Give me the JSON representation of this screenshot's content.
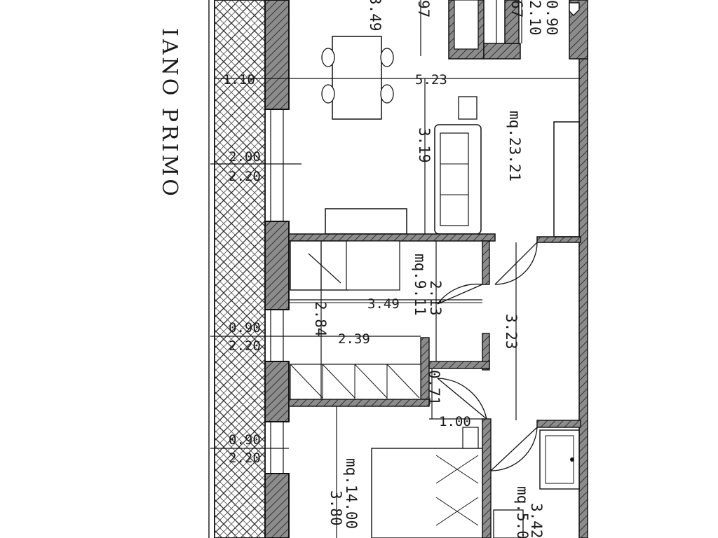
{
  "plan": {
    "title": "IANO PRIMO"
  },
  "rooms": {
    "living_area": "mq.23.21",
    "bedroom_small_area": "mq.9.11",
    "bedroom_large_area": "mq.14.00",
    "bathroom_area": "mq.5.0"
  },
  "dimensions": {
    "top_cut": "3.49",
    "d_097": "97",
    "d_67": "67",
    "d_090_top": "0.90",
    "d_210_top": "2.10",
    "balcony_depth": "1.10",
    "living_width": "5.23",
    "living_depth": "3.19",
    "win1_w": "2.00",
    "win1_h": "2.20",
    "small_room_w": "3.49",
    "small_room_d": "2.13",
    "small_room_d2": "2.84",
    "win2_w": "0.90",
    "win2_h": "2.20",
    "closet_w": "2.39",
    "corridor_len": "3.23",
    "d_071": "0.71",
    "d_100": "1.00",
    "win3_w": "0.90",
    "win3_h": "2.20",
    "large_room_d": "3.80",
    "bath_d": "3.42"
  },
  "colors": {
    "ink": "#1a1a1a",
    "wall_fill": "#9a9a9a"
  },
  "icons": {
    "stair_arrow": "arrow-icon"
  }
}
